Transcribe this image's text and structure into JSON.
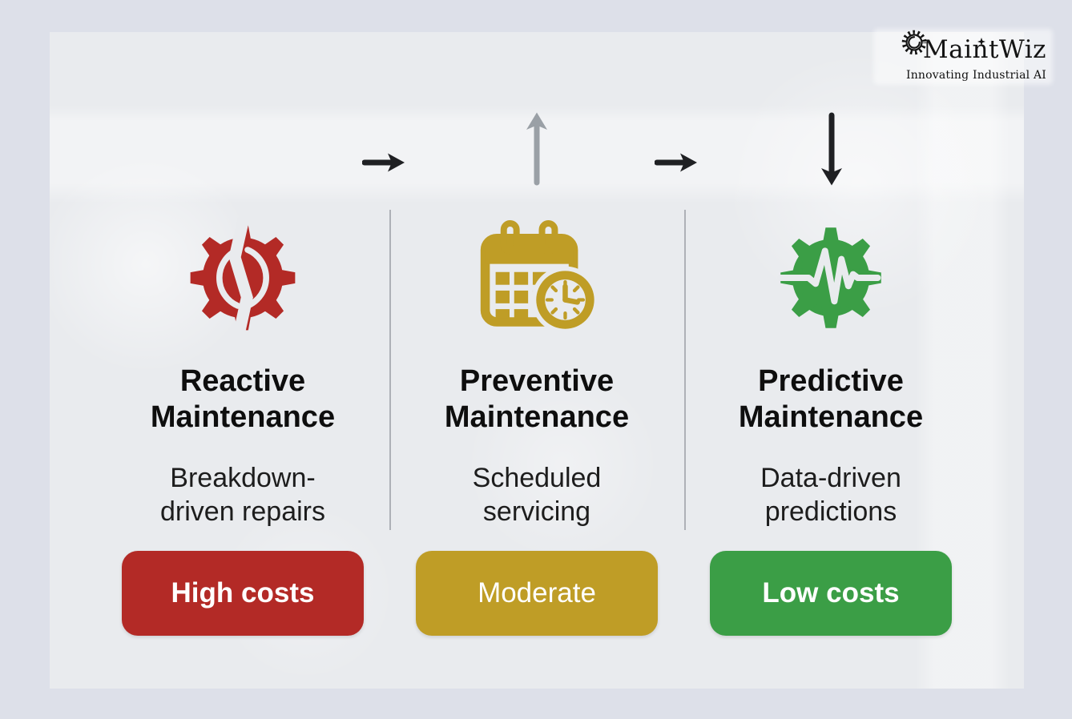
{
  "page": {
    "type": "infographic",
    "background_color": "#dde0e9",
    "card_color": "#e9ebee"
  },
  "logo": {
    "name": "MaintWiz",
    "tagline": "Innovating Industrial AI",
    "icon": "gear-logo-icon"
  },
  "arrows": [
    {
      "name": "arrow-right-1",
      "direction": "right",
      "color": "#1f2023"
    },
    {
      "name": "arrow-up",
      "direction": "up",
      "color": "#9aa0a6"
    },
    {
      "name": "arrow-right-2",
      "direction": "right",
      "color": "#1f2023"
    },
    {
      "name": "arrow-down",
      "direction": "down",
      "color": "#1f2023"
    }
  ],
  "columns": [
    {
      "icon": "broken-gear-icon",
      "icon_color": "#b32a26",
      "title_line1": "Reactive",
      "title_line2": "Maintenance",
      "desc_line1": "Breakdown-",
      "desc_line2": "driven repairs",
      "badge_label": "High costs",
      "badge_color": "#b32a26"
    },
    {
      "icon": "calendar-clock-icon",
      "icon_color": "#bf9d26",
      "title_line1": "Preventive",
      "title_line2": "Maintenance",
      "desc_line1": "Scheduled",
      "desc_line2": "servicing",
      "badge_label": "Moderate",
      "badge_color": "#bf9d26"
    },
    {
      "icon": "pulse-gear-icon",
      "icon_color": "#3b9e46",
      "title_line1": "Predictive",
      "title_line2": "Maintenance",
      "desc_line1": "Data-driven",
      "desc_line2": "predictions",
      "badge_label": "Low costs",
      "badge_color": "#3b9e46"
    }
  ]
}
